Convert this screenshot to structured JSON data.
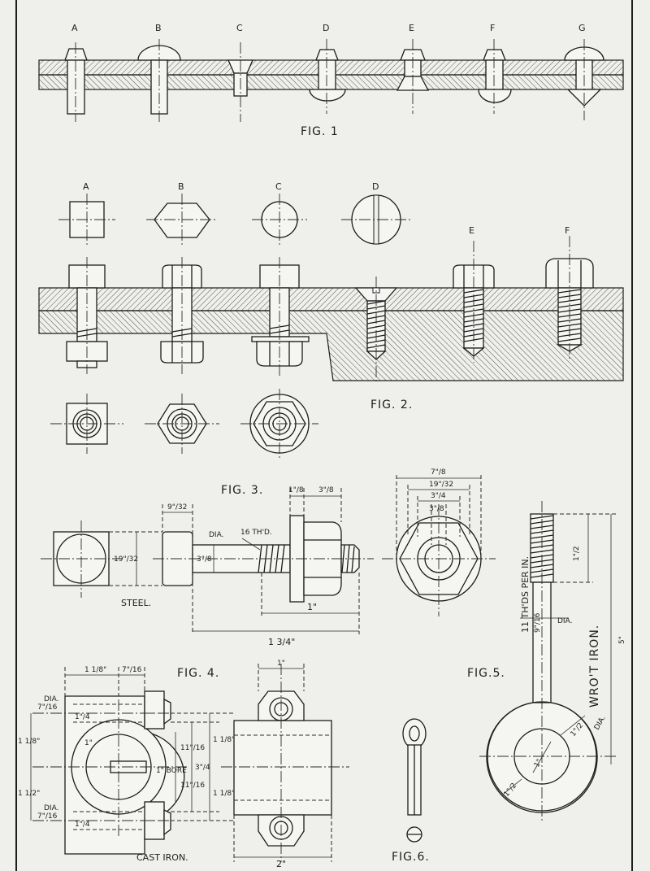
{
  "fig1": {
    "title": "FIG. 1",
    "letters": [
      "A",
      "B",
      "C",
      "D",
      "E",
      "F",
      "G"
    ]
  },
  "fig2": {
    "title": "FIG. 2.",
    "letters": [
      "A",
      "B",
      "C",
      "D",
      "E",
      "F"
    ]
  },
  "fig3": {
    "title": "FIG. 3.",
    "steel": "STEEL.",
    "threads": "16 TH'D.",
    "dims": {
      "head_thk": "9\"/32",
      "head_width": "19\"/32",
      "shank_dia": "3\"/8",
      "dia_word": "DIA.",
      "washer_thk": "1\"/8",
      "nut_thk": "3\"/8",
      "thread_len": "1\"",
      "overall_len": "1 3/4\"",
      "nut_af": "7\"/8",
      "nut_across": "19\"/32",
      "washer_dia": "3\"/4",
      "hole_dia": "3\"/8"
    }
  },
  "fig4": {
    "title": "FIG. 4.",
    "material": "CAST IRON.",
    "dims": {
      "top_w1": "1 1/8\"",
      "top_w2": "7\"/16",
      "bolt_dia_top": "7\"/16",
      "bolt_dia_bot": "7\"/16",
      "dia_word": "DIA.",
      "left_upper": "1 1/8\"",
      "left_lower": "1 1/2\"",
      "bore": "1\" BORE",
      "inner_1": "1\"",
      "r1": "11\"/16",
      "r2": "11\"/16",
      "right_1": "1 1/8\"",
      "right_2": "1 1/8\"",
      "three_q": "3\"/4",
      "quarter_1": "1\"/4",
      "quarter_2": "1\"/4",
      "side_top": "1\"",
      "side_bottom": "2\""
    }
  },
  "fig5": {
    "title": "FIG.5.",
    "threads_text": "11 TH'DS PER IN.",
    "material": "WRO'T IRON.",
    "dims": {
      "thread_len": "1\"/2",
      "shank_dia": "9\"/16",
      "dia_word": "DIA.",
      "overall": "5\"",
      "eye_wall": "1\"/2",
      "eye_hole": "1\"",
      "ring_w": "1\"/2",
      "ring_dia_word": "DIA."
    }
  },
  "fig6": {
    "title": "FIG.6."
  }
}
